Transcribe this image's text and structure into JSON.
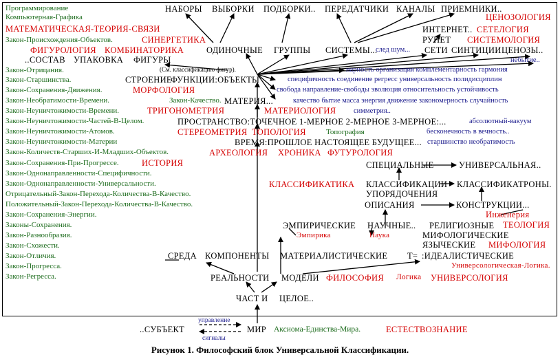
{
  "top": {
    "nabory": "НАБОРЫ",
    "vyborki": "ВЫБОРКИ",
    "podborki": "ПОДБОРКИ..",
    "peredatchiki": "ПЕРЕДАТЧИКИ",
    "kanaly": "КАНАЛЫ",
    "priemniki": "ПРИЕМНИКИ..",
    "cenozologiya": "ЦЕНОЗОЛОГИЯ",
    "internet": "ИНТЕРНЕТ..",
    "seteologiya": "СЕТЕЛОГИЯ",
    "runet": "РУНЕТ",
    "sistemologiya": "СИСТЕМОЛОГИЯ",
    "odinochnye": "ОДИНОЧНЫЕ",
    "gruppy": "ГРУППЫ",
    "sistemy": "СИСТЕМЫ...",
    "sled_shum": "след шум...",
    "seti": "СЕТИ",
    "sintsii": "СИНТИЦИИ",
    "cenozy": "ЦЕНОЗЫ..",
    "nebytie": "небытие..",
    "sostav": "..СОСТАВ",
    "upakovka": "УПАКОВКА",
    "figury": "ФИГУРЫ",
    "stroenie": "СТРОЕНИЕ",
    "funktsii_obekty": "ФУНКЦИИ:ОБЪЕКТЫ",
    "sm_klass": "(См. классификацию фигур).",
    "morfologiya": "МОРФОЛОГИЯ",
    "materiya": "МАТЕРИЯ...",
    "materiologiya": "МАТЕРИОЛОГИЯ",
    "prostranstvo": "ПРОСТРАНСТВО:ТОЧЕЧНОЕ 1-МЕРНОЕ 2-МЕРНОЕ 3-МЕРНОЕ:...",
    "vakuum": "абсолютный-вакуум",
    "trigonometriya": "ТРИГОНОМЕТРИЯ",
    "stereometriya": "СТЕРЕОМЕТРИЯ",
    "topologiya": "ТОПОЛОГИЯ",
    "topografiya": "Топография",
    "beskonechnost": "бесконечность в вечность..",
    "vremya": "ВРЕМЯ:ПРОШЛОЕ НАСТОЯЩЕЕ БУДУЩЕЕ...",
    "starshinstvo_neobr": "старшинство необратимость",
    "arheologiya": "АРХЕОЛОГИЯ",
    "hronika": "ХРОНИКА",
    "futurologiya": "ФУТУРОЛОГИЯ",
    "zakon_kachestvo": "Закон-Качество."
  },
  "left": {
    "programmirovanie": "Программирование",
    "komp_grafika": "Компьютерная-Графика",
    "mat_teoriya": "МАТЕМАТИЧЕСКАЯ-ТЕОРИЯ-СВЯЗИ",
    "zakon_proish": "Закон-Происхождения-Объектов.",
    "sinergetika": "СИНЕРГЕТИКА",
    "figurologiya": "ФИГУРОЛОГИЯ",
    "kombinatorika": "КОМБИНАТОРИКА",
    "items": [
      "Закон-Отрицания.",
      "Закон-Старшинства.",
      "Закон-Сохранения-Движения.",
      "Закон-Необратимости-Времени.",
      "Закон-Неуничтожимости-Времени.",
      "Закон-Неуничтожимости-Частей-В-Целом.",
      "Закон-Неуничтожимости-Атомов.",
      "Закон-Неуничтожимости-Материи",
      "Закон-Количеств-Старших-И-Младших-Объектов.",
      "Закон-Сохранения-При-Прогрессе.",
      "Закон-Однонаправленности-Специфичности.",
      "Закон-Однонаправленности-Универсальности.",
      "Отрицательный-Закон-Перехода-Количества-В-Качество.",
      "Положительный-Закон-Перехода-Количества-В-Качество.",
      "Закон-Сохранения-Энергии.",
      "Законы-Сохранения.",
      "Закон-Разнообразия.",
      "Закон-Схожести.",
      "Закон-Отличия.",
      "Закон-Прогресса.",
      "Закон-Регресса."
    ],
    "istoriya": "ИСТОРИЯ"
  },
  "blue": {
    "l1": "нарность организация комплементарность гармония",
    "l2": "специфичность соединение регресс универсальность полидисциплин",
    "l3": "свобода направление-свободы эволюция относительность устойчивость",
    "l4": "качество бытие масса энергия движение закономерность случайность",
    "simmetriya": "симметрия.."
  },
  "lower": {
    "specialnye": "СПЕЦИАЛЬНЫЕ",
    "universalnaya": "УНИВЕРСАЛЬНАЯ..",
    "klassifikatika": "КЛАССИФИКАТИКА",
    "klassifikatsii": "КЛАССИФИКАЦИИ",
    "klassifikatrony": "КЛАССИФИКАТРОНЫ.",
    "uporyadocheniya": "УПОРЯДОЧЕНИЯ",
    "opisaniya": "ОПИСАНИЯ",
    "konstruktsii": "КОНСТРУКЦИИ...",
    "inzheneriya": "Инженерия",
    "empiricheskie": "ЭМПИРИЧЕСКИЕ",
    "nauchnye": "НАУЧНЫЕ..",
    "religioznye": "РЕЛИГИОЗНЫЕ",
    "teologiya": "ТЕОЛОГИЯ",
    "empirika": "Эмпирика",
    "nauka": "Наука",
    "mifologicheskie": "МИФОЛОГИЧЕСКИЕ",
    "yazycheskie": "ЯЗЫЧЕСКИЕ",
    "mifologiya": "МИФОЛОГИЯ",
    "sreda": "СРЕДА",
    "komponenty": "КОМПОНЕНТЫ",
    "materialisticheskie": "МАТЕРИАЛИСТИЧЕСКИЕ",
    "t_eq": "Т=",
    "idealisticheskie": ":ИДЕАЛИСТИЧЕСКИЕ",
    "univ_logika": "Универсологическая-Логика.",
    "realnosti": "РЕАЛЬНОСТИ",
    "modeli": "МОДЕЛИ",
    "filosofiya": "ФИЛОСОФИЯ",
    "logika": "Логика",
    "universologiya": "УНИВЕРСОЛОГИЯ",
    "chast_i": "ЧАСТ И",
    "tseloe": "ЦЕЛОЕ..",
    "subekt": "..СУБЪЕКТ",
    "mir": "МИР",
    "upravlenie": "управление",
    "signaly": "сигналы",
    "aksioma": "Аксиома-Единства-Мира.",
    "estestvoznanie": "ЕСТЕСТВОЗНАНИЕ"
  },
  "caption": "Рисунок 1. Философский блок Универсальной Классификации."
}
